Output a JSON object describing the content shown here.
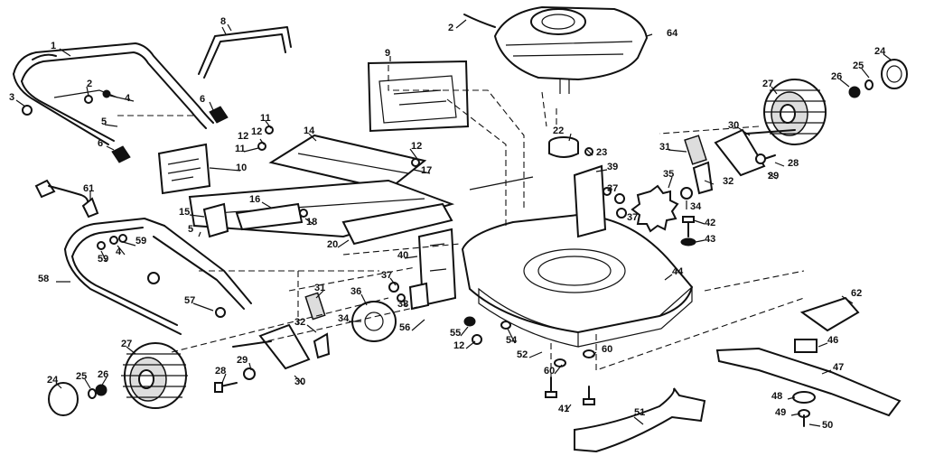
{
  "callouts": [
    {
      "id": "c-1",
      "text": "1"
    },
    {
      "id": "c-2a",
      "text": "2"
    },
    {
      "id": "c-2b",
      "text": "2"
    },
    {
      "id": "c-3",
      "text": "3"
    },
    {
      "id": "c-4a",
      "text": "4"
    },
    {
      "id": "c-4b",
      "text": "4"
    },
    {
      "id": "c-5a",
      "text": "5"
    },
    {
      "id": "c-5b",
      "text": "5"
    },
    {
      "id": "c-6a",
      "text": "6"
    },
    {
      "id": "c-6b",
      "text": "6"
    },
    {
      "id": "c-8",
      "text": "8"
    },
    {
      "id": "c-9",
      "text": "9"
    },
    {
      "id": "c-10",
      "text": "10"
    },
    {
      "id": "c-11a",
      "text": "11"
    },
    {
      "id": "c-11b",
      "text": "11"
    },
    {
      "id": "c-12a",
      "text": "12"
    },
    {
      "id": "c-12b",
      "text": "12"
    },
    {
      "id": "c-12c",
      "text": "12"
    },
    {
      "id": "c-12d",
      "text": "12"
    },
    {
      "id": "c-14",
      "text": "14"
    },
    {
      "id": "c-15",
      "text": "15"
    },
    {
      "id": "c-16",
      "text": "16"
    },
    {
      "id": "c-17",
      "text": "17"
    },
    {
      "id": "c-18",
      "text": "18"
    },
    {
      "id": "c-20",
      "text": "20"
    },
    {
      "id": "c-22",
      "text": "22"
    },
    {
      "id": "c-23",
      "text": "23"
    },
    {
      "id": "c-24a",
      "text": "24"
    },
    {
      "id": "c-24b",
      "text": "24"
    },
    {
      "id": "c-25a",
      "text": "25"
    },
    {
      "id": "c-25b",
      "text": "25"
    },
    {
      "id": "c-26a",
      "text": "26"
    },
    {
      "id": "c-26b",
      "text": "26"
    },
    {
      "id": "c-27a",
      "text": "27"
    },
    {
      "id": "c-27b",
      "text": "27"
    },
    {
      "id": "c-28a",
      "text": "28"
    },
    {
      "id": "c-28b",
      "text": "28"
    },
    {
      "id": "c-29a",
      "text": "29"
    },
    {
      "id": "c-29b",
      "text": "29"
    },
    {
      "id": "c-30a",
      "text": "30"
    },
    {
      "id": "c-30b",
      "text": "30"
    },
    {
      "id": "c-31a",
      "text": "31"
    },
    {
      "id": "c-31b",
      "text": "31"
    },
    {
      "id": "c-32a",
      "text": "32"
    },
    {
      "id": "c-32b",
      "text": "32"
    },
    {
      "id": "c-34a",
      "text": "34"
    },
    {
      "id": "c-34b",
      "text": "34"
    },
    {
      "id": "c-35",
      "text": "35"
    },
    {
      "id": "c-36",
      "text": "36"
    },
    {
      "id": "c-37a",
      "text": "37"
    },
    {
      "id": "c-37b",
      "text": "37"
    },
    {
      "id": "c-37c",
      "text": "37"
    },
    {
      "id": "c-38",
      "text": "38"
    },
    {
      "id": "c-39",
      "text": "39"
    },
    {
      "id": "c-40",
      "text": "40"
    },
    {
      "id": "c-41",
      "text": "41"
    },
    {
      "id": "c-42",
      "text": "42"
    },
    {
      "id": "c-43",
      "text": "43"
    },
    {
      "id": "c-44",
      "text": "44"
    },
    {
      "id": "c-46",
      "text": "46"
    },
    {
      "id": "c-47",
      "text": "47"
    },
    {
      "id": "c-48",
      "text": "48"
    },
    {
      "id": "c-49",
      "text": "49"
    },
    {
      "id": "c-50",
      "text": "50"
    },
    {
      "id": "c-51",
      "text": "51"
    },
    {
      "id": "c-52",
      "text": "52"
    },
    {
      "id": "c-54",
      "text": "54"
    },
    {
      "id": "c-55",
      "text": "55"
    },
    {
      "id": "c-56",
      "text": "56"
    },
    {
      "id": "c-57",
      "text": "57"
    },
    {
      "id": "c-58",
      "text": "58"
    },
    {
      "id": "c-59a",
      "text": "59"
    },
    {
      "id": "c-59b",
      "text": "59"
    },
    {
      "id": "c-60a",
      "text": "60"
    },
    {
      "id": "c-60b",
      "text": "60"
    },
    {
      "id": "c-61",
      "text": "61"
    },
    {
      "id": "c-62",
      "text": "62"
    },
    {
      "id": "c-64",
      "text": "64"
    }
  ]
}
